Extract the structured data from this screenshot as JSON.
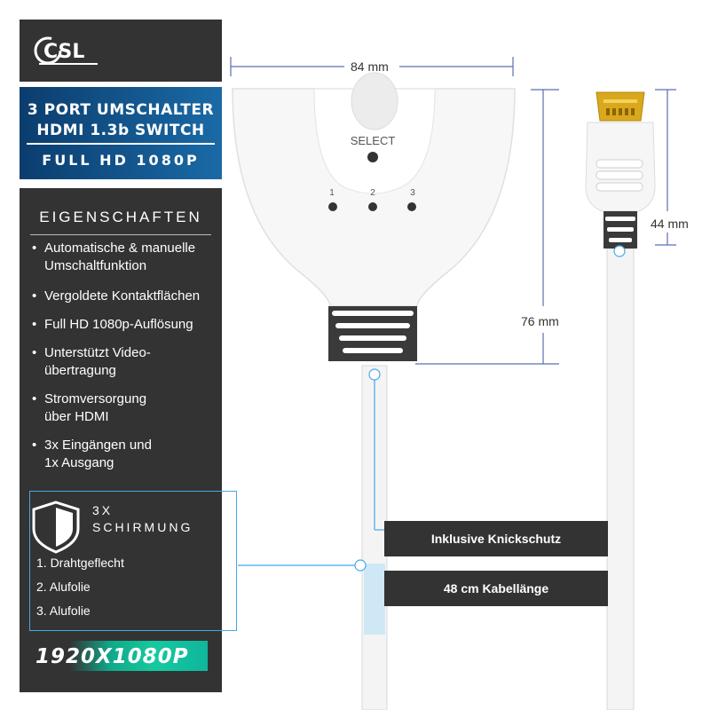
{
  "brand": {
    "logo_text": "CSL"
  },
  "title": {
    "line1": "3 PORT UMSCHALTER",
    "line2": "HDMI 1.3b SWITCH",
    "line3": "FULL HD 1080P"
  },
  "features": {
    "heading": "EIGENSCHAFTEN",
    "items": [
      {
        "line1": "Automatische & manuelle",
        "line2": "Umschaltfunktion"
      },
      {
        "line1": "Vergoldete Kontaktflächen",
        "line2": ""
      },
      {
        "line1": "Full HD 1080p-Auflösung",
        "line2": ""
      },
      {
        "line1": "Unterstützt Video-",
        "line2": "übertragung"
      },
      {
        "line1": "Stromversorgung",
        "line2": "über HDMI"
      },
      {
        "line1": "3x Eingängen und",
        "line2": "1x Ausgang"
      }
    ]
  },
  "shielding": {
    "head_line1": "3X",
    "head_line2": "SCHIRMUNG",
    "layers": [
      "1. Drahtgeflecht",
      "2. Alufolie",
      "3. Alufolie"
    ]
  },
  "resolution": "1920X1080P",
  "device": {
    "select_label": "SELECT",
    "ports": [
      "1",
      "2",
      "3"
    ]
  },
  "dimensions": {
    "width": "84 mm",
    "height": "76 mm",
    "plug": "44 mm"
  },
  "callouts": {
    "strain_relief": "Inklusive Knickschutz",
    "cable_length": "48 cm Kabellänge"
  },
  "colors": {
    "panel_dark": "#333333",
    "title_blue": "#0b3d6e",
    "accent_blue": "#46a8e6",
    "dim_line": "#5a6fb0",
    "badge_green": "#16c9a0",
    "gold": "#d9a81c"
  }
}
